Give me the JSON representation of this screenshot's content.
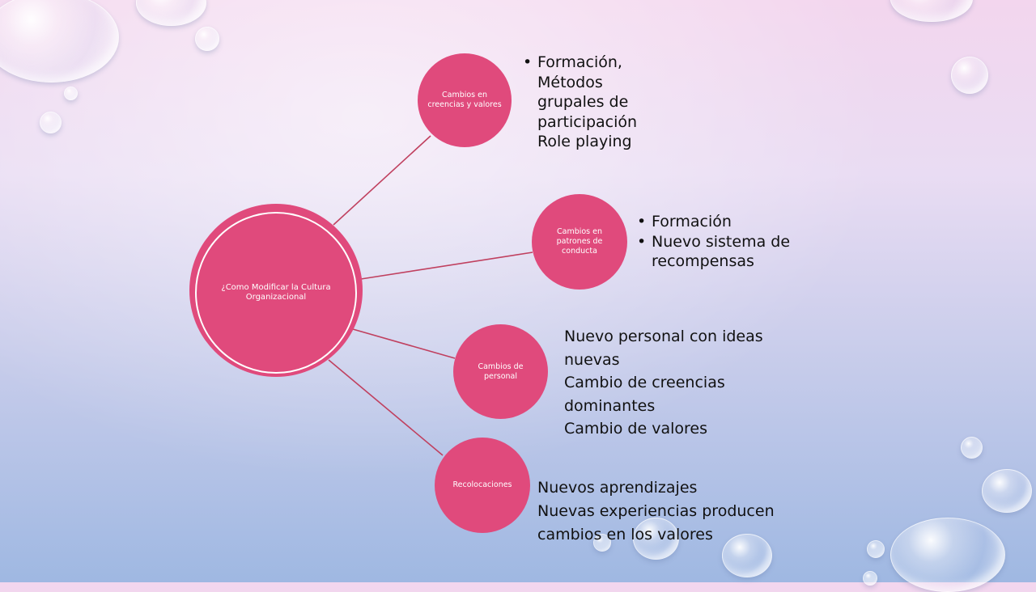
{
  "center": {
    "label": "¿Como Modificar la Cultura Organizacional"
  },
  "branches": [
    {
      "label": "Cambios en creencias y valores",
      "items": [
        "Formación, Métodos grupales de participación Role playing"
      ]
    },
    {
      "label": "Cambios en patrones de conducta",
      "items": [
        "Formación",
        "Nuevo sistema de recompensas"
      ]
    },
    {
      "label": "Cambios de personal",
      "lines": [
        "Nuevo personal con ideas nuevas",
        "Cambio de creencias dominantes",
        "Cambio de valores"
      ]
    },
    {
      "label": "Recolocaciones",
      "lines": [
        "Nuevos aprendizajes",
        "Nuevas experiencias producen cambios en los valores"
      ]
    }
  ],
  "colors": {
    "node": "#e04a7c",
    "connector": "#c0405f",
    "text": "#111111"
  }
}
